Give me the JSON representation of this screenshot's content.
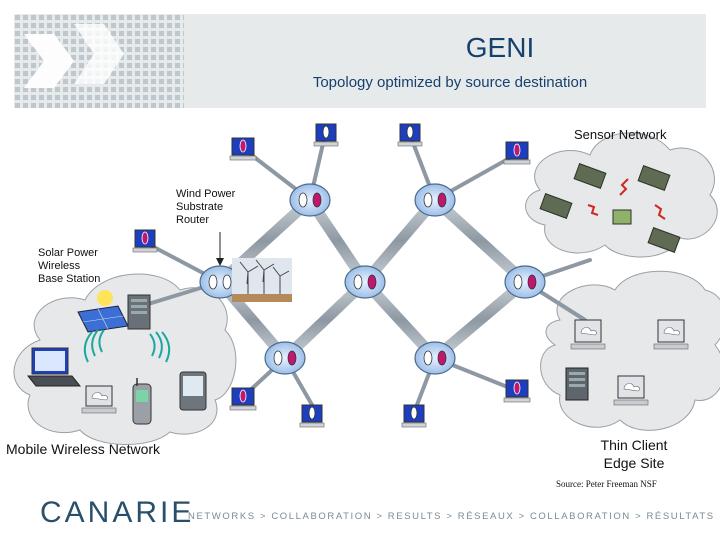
{
  "header": {
    "title": "GENI",
    "subtitle": "Topology optimized by source destination"
  },
  "labels": {
    "sensor_network": "Sensor Network",
    "wind_power_router": [
      "Wind Power",
      "Substrate",
      "Router"
    ],
    "solar_power_station": [
      "Solar Power",
      "Wireless",
      "Base Station"
    ],
    "mobile_wireless": "Mobile Wireless Network",
    "thin_client": [
      "Thin Client",
      "Edge Site"
    ]
  },
  "source": "Source: Peter Freeman NSF",
  "footer": {
    "logo": "CANARIE",
    "tagline": "NETWORKS > COLLABORATION > RESULTS > RÉSEAUX > COLLABORATION > RÉSULTATS"
  },
  "colors": {
    "title": "#16416e",
    "router": "#a8c8ee",
    "link": "#9aa3ad",
    "cloud": "#e6e8ea",
    "magenta": "#c0186f"
  }
}
